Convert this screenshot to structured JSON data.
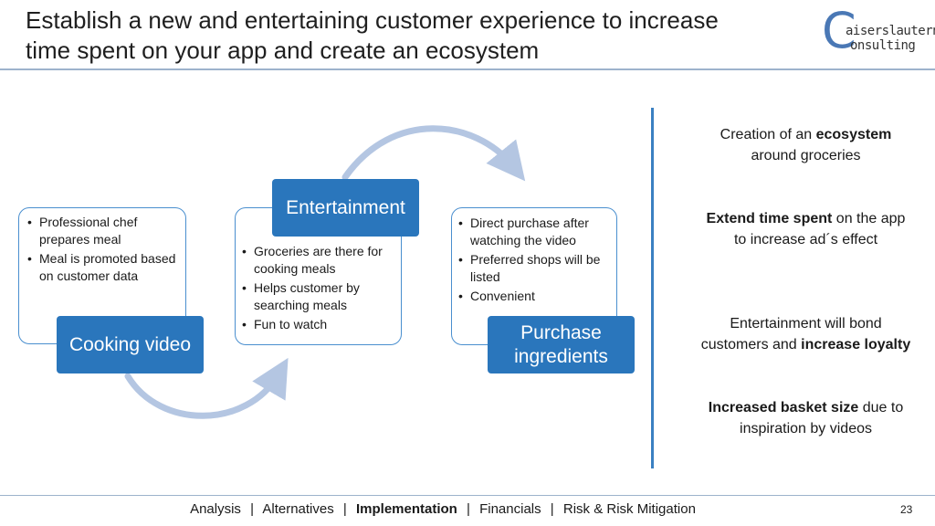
{
  "header": {
    "title_line1": "Establish a new and entertaining customer experience to increase",
    "title_line2": "time spent on your app and create an ecosystem",
    "logo_line1": "aiserslautern",
    "logo_line2": "onsulting"
  },
  "cards": {
    "cooking": {
      "label": "Cooking video",
      "bullets": [
        "Professional chef prepares meal",
        "Meal is promoted based on customer data"
      ]
    },
    "entertainment": {
      "label": "Entertainment",
      "bullets": [
        "Groceries are there for cooking meals",
        "Helps customer by searching meals",
        "Fun to watch"
      ]
    },
    "purchase": {
      "label_line1": "Purchase",
      "label_line2": "ingredients",
      "bullets": [
        "Direct purchase after watching the video",
        "Preferred shops will be listed",
        "Convenient"
      ]
    }
  },
  "benefits": {
    "b1": {
      "pre": "Creation of an ",
      "bold": "ecosystem",
      "post": " around groceries"
    },
    "b2": {
      "bold": "Extend time spent",
      "post": " on the app to increase ad´s effect"
    },
    "b3": {
      "pre": "Entertainment will bond customers and ",
      "bold": "increase loyalty"
    },
    "b4": {
      "bold": "Increased basket size",
      "post": " due to inspiration by videos"
    }
  },
  "footer": {
    "nav": [
      "Analysis",
      "Alternatives",
      "Implementation",
      "Financials",
      "Risk & Risk Mitigation"
    ],
    "separator": "|",
    "page_number": "23"
  },
  "colors": {
    "accent": "#2a76bc",
    "card_border": "#4a8fcf",
    "arrow": "#b4c6e2",
    "rule": "#9db3cc"
  }
}
